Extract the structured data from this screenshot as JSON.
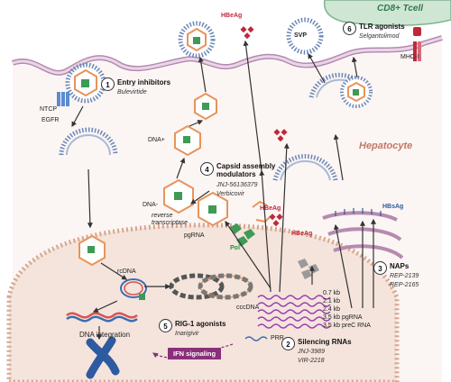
{
  "colors": {
    "hepatocyte_label": "#c07a63",
    "nucleus_fill": "#f4e4dc",
    "nucleus_border": "#d9a58f",
    "membrane": "#b58ab0",
    "hbeag": "#c0283a",
    "hbsag": "#2b5d9a",
    "pol": "#2a8a3e",
    "ifn_box": "#8a2f7a",
    "tcell": "#cfe6d5"
  },
  "labels": {
    "hepatocyte": "Hepatocyte",
    "cd8_tcell": "CD8+ Tcell",
    "mhc": "MHC-I",
    "ntcp": "NTCP",
    "egfr": "EGFR",
    "svp": "SVP",
    "hbeag_top": "HBeAg",
    "hbeag_mid": "HBeAg",
    "hbeag_capsid": "HBeAg",
    "hbsag": "HBsAg",
    "pol": "Pol",
    "dna_plus": "DNA+",
    "dna_minus": "DNA-",
    "reverse_transcriptase": "reverse\ntranscriptase",
    "pgrna": "pgRNA",
    "rcdna": "rcDNA",
    "cccdna": "cccDNA",
    "dna_integration": "DNA integration",
    "prr": "PRR",
    "ifn_signaling": "IFN signaling"
  },
  "transcripts": [
    "0.7 kb",
    "2.1 kb",
    "2.4 kb",
    "3.5 kb pgRNA",
    "3.5 kb preC RNA"
  ],
  "interventions": [
    {
      "num": "1",
      "title": "Entry inhibitors",
      "drugs": [
        "Bulevirtide"
      ]
    },
    {
      "num": "2",
      "title": "Silencing RNAs",
      "drugs": [
        "JNJ-3989",
        "VIR-2218"
      ]
    },
    {
      "num": "3",
      "title": "NAPs",
      "drugs": [
        "REP-2139",
        "REP-2165"
      ]
    },
    {
      "num": "4",
      "title": "Capsid assembly\nmodulators",
      "drugs": [
        "JNJ-56136379",
        "Verbicovir"
      ]
    },
    {
      "num": "5",
      "title": "RIG-1 agonists",
      "drugs": [
        "Inarigivir"
      ]
    },
    {
      "num": "6",
      "title": "TLR agonists",
      "drugs": [
        "Selgantolimod"
      ]
    }
  ]
}
